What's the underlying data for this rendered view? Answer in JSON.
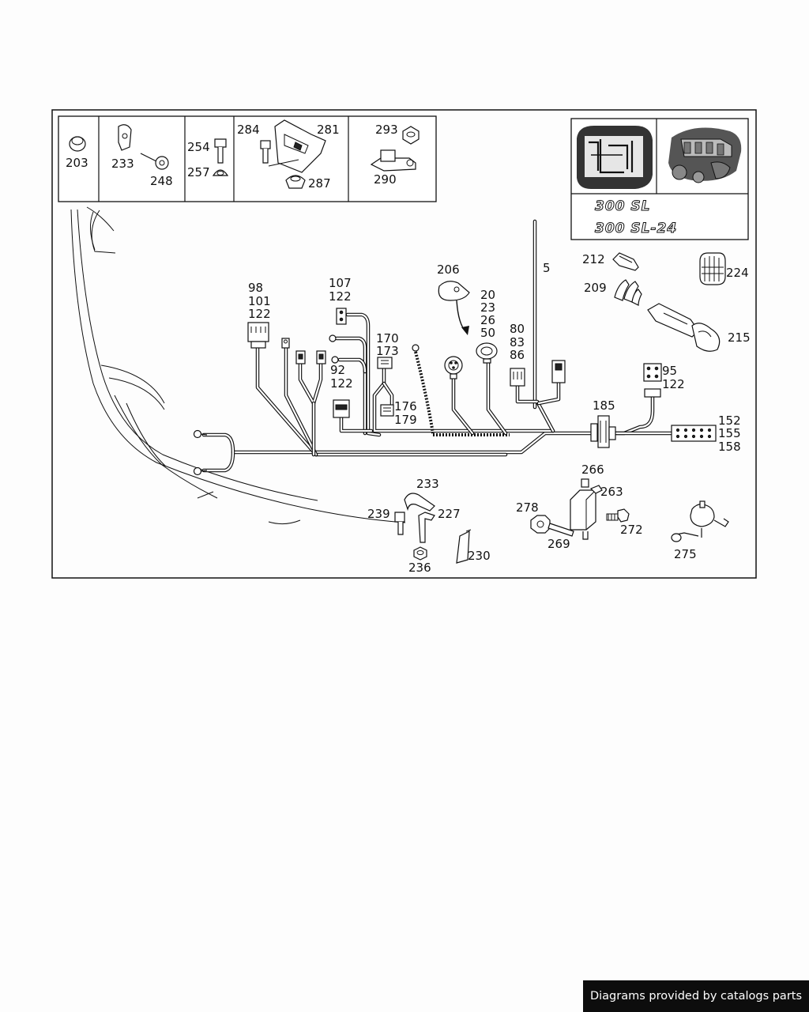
{
  "legend_labels": {
    "p203": "203",
    "p233a": "233",
    "p248": "248",
    "p254": "254",
    "p257": "257",
    "p284": "284",
    "p281": "281",
    "p287": "287",
    "p293": "293",
    "p290": "290"
  },
  "model_badges": [
    "300 SL",
    "300 SL-24"
  ],
  "part_labels": {
    "p5": "5",
    "p98": "98",
    "p101": "101",
    "p122a": "122",
    "p107": "107",
    "p122b": "122",
    "p206": "206",
    "p20": "20",
    "p23": "23",
    "p26": "26",
    "p50": "50",
    "p80": "80",
    "p83": "83",
    "p86": "86",
    "p212": "212",
    "p209": "209",
    "p224": "224",
    "p215": "215",
    "p170": "170",
    "p173": "173",
    "p92": "92",
    "p122c": "122",
    "p176": "176",
    "p179": "179",
    "p95": "95",
    "p122d": "122",
    "p185": "185",
    "p152": "152",
    "p155": "155",
    "p158": "158",
    "p233b": "233",
    "p239": "239",
    "p227": "227",
    "p236": "236",
    "p230": "230",
    "p266": "266",
    "p263": "263",
    "p278": "278",
    "p272": "272",
    "p269": "269",
    "p275": "275"
  },
  "footer": {
    "text": "Diagrams provided by catalogs parts"
  }
}
